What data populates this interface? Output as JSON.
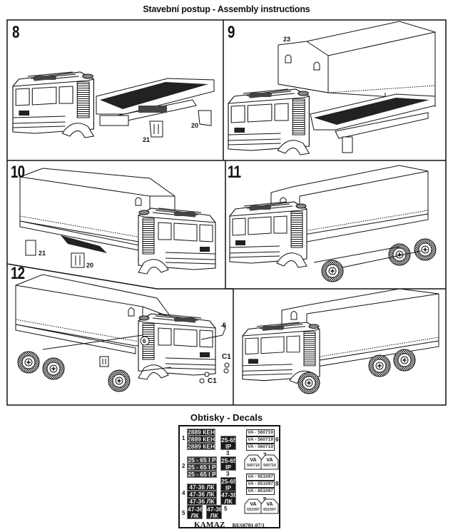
{
  "page": {
    "title": "Stavební postup - Assembly instructions"
  },
  "steps": [
    {
      "number": "8",
      "parts": [
        "20",
        "21"
      ],
      "description": "Cab and chassis with flatbed; mudflap parts 20 and 21"
    },
    {
      "number": "9",
      "parts": [
        "23"
      ],
      "description": "Tarpaulin canopy part 23 lowered onto the flatbed"
    },
    {
      "number": "10",
      "parts": [
        "21",
        "20"
      ],
      "description": "Rear view with canopy; mudflaps 21 and 20"
    },
    {
      "number": "11",
      "parts": [],
      "description": "Wheels attached to axles"
    },
    {
      "number": "12",
      "parts": [
        "6",
        "5",
        "C1",
        "C1"
      ],
      "description": "Mirrors 6 and 5, lights C1"
    },
    {
      "number": "",
      "parts": [],
      "description": "Completed truck"
    }
  ],
  "decals": {
    "title": "Obtisky - Decals",
    "groups": {
      "g1": {
        "number": "1",
        "plates": [
          "2889 КЕН",
          "2889 КЕН",
          "2889 КЕН"
        ]
      },
      "g3a": {
        "number": "3",
        "line1": "25-65",
        "line2": "IP"
      },
      "g2": {
        "number": "2",
        "plates": [
          "25 - 65 I P",
          "25 - 65 I P",
          "25 - 65 I P"
        ]
      },
      "g3b": {
        "number": "3",
        "line1": "25-65",
        "line2": "IP"
      },
      "g3c": {
        "line1": "25-65",
        "line2": "IP"
      },
      "g4": {
        "number": "4",
        "plates": [
          "47-36 ЛК",
          "47-36 ЛК",
          "47-36 ЛК"
        ]
      },
      "g4b": {
        "line1": "47-38",
        "line2": "ЛК"
      },
      "g5": {
        "number": "5",
        "a1": "47-36",
        "a2": "ЛК",
        "b1": "47-36",
        "b2": "ЛК",
        "number_right": "5"
      },
      "g6": {
        "number": "6",
        "plates": [
          "VA - 560719",
          "VA - 560719",
          "VA - 560719"
        ]
      },
      "g7": {
        "number": "7",
        "line1": "VA",
        "line2": "560719"
      },
      "g8": {
        "number": "8",
        "plates": [
          "VA - 651097",
          "VA - 651097",
          "VA - 651097"
        ]
      },
      "g9": {
        "number": "9",
        "line1": "VA",
        "line2": "651097"
      }
    },
    "brand": "KAMAZ",
    "code": "RES8701-07/1"
  }
}
